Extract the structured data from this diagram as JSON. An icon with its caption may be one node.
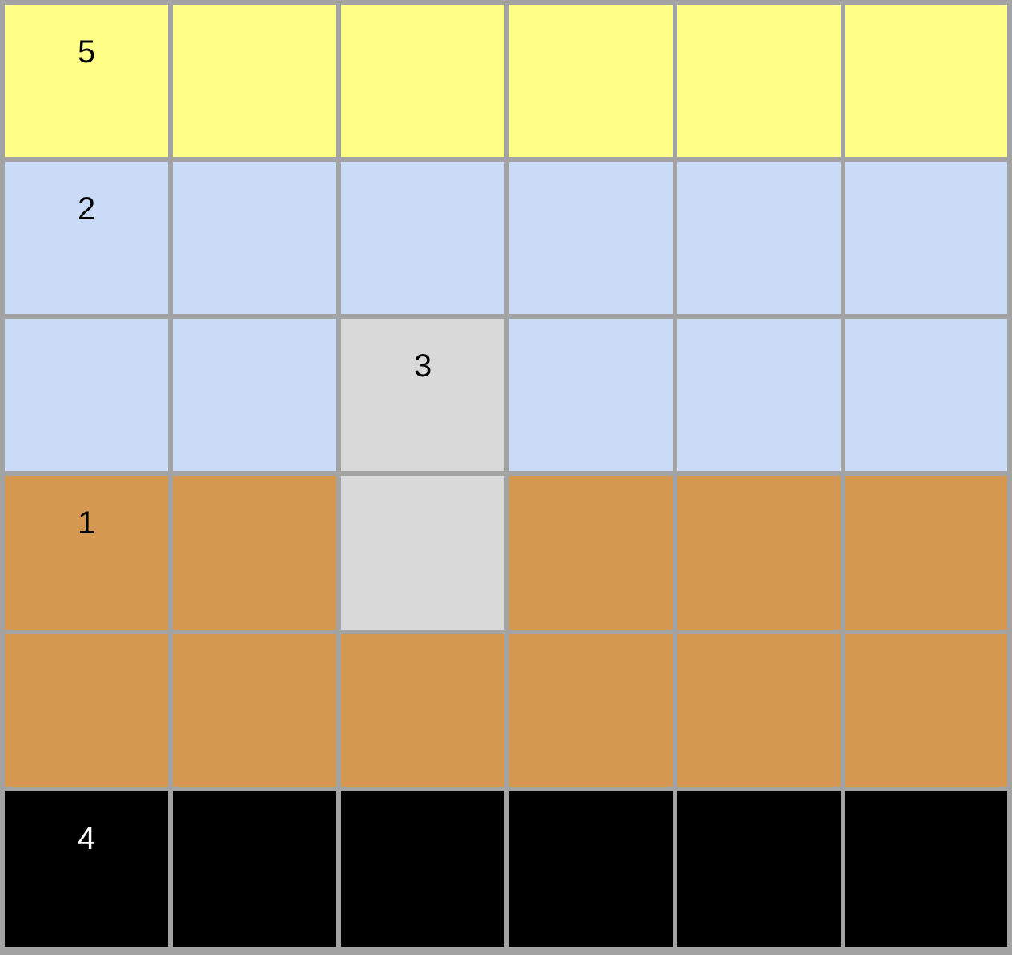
{
  "diagram": {
    "labels": [
      "5",
      "2",
      "3",
      "1",
      "4"
    ]
  }
}
